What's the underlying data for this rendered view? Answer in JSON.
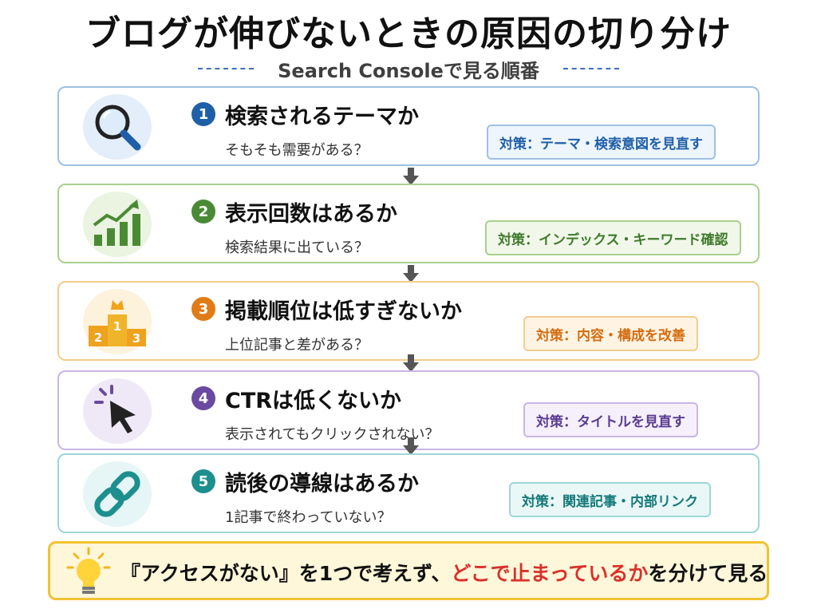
{
  "title": "ブログが伸びないときの原因の切り分け",
  "subtitle": "Search Consoleで見る順番",
  "steps": [
    {
      "number": "1",
      "title": "検索されるテーマか",
      "question": "そもそも需要がある？",
      "action": "対策：テーマ・検索意図を見直す",
      "color": "#1f5fa8",
      "border": "#9ec0e4",
      "action_bg": "#eef5fc",
      "icon": "magnifier-icon"
    },
    {
      "number": "2",
      "title": "表示回数はあるか",
      "question": "検索結果に出ている？",
      "action": "対策：インデックス・キーワード確認",
      "color": "#4a8a34",
      "border": "#a9d08e",
      "action_bg": "#f1f8ea",
      "icon": "growth-chart-icon"
    },
    {
      "number": "3",
      "title": "掲載順位は低すぎないか",
      "question": "上位記事と差がある？",
      "action": "対策：内容・構成を改善",
      "color": "#e07b17",
      "border": "#f2cc8a",
      "action_bg": "#fff4e4",
      "icon": "podium-icon"
    },
    {
      "number": "4",
      "title": "CTRは低くないか",
      "question": "表示されてもクリックされない？",
      "action": "対策：タイトルを見直す",
      "color": "#6a4aa0",
      "border": "#c8b6e2",
      "action_bg": "#f5f0fb",
      "icon": "cursor-click-icon"
    },
    {
      "number": "5",
      "title": "読後の導線はあるか",
      "question": "1記事で終わっていない？",
      "action": "対策：関連記事・内部リンク",
      "color": "#1d8f8f",
      "border": "#9fd6d6",
      "action_bg": "#eaf7f7",
      "icon": "chain-link-icon"
    }
  ],
  "podium_labels": [
    "2",
    "1",
    "3"
  ],
  "banner": {
    "text_before": "『アクセスがない』を1つで考えず、",
    "highlight": "どこで止まっているか",
    "text_after": "を分けて見る",
    "icon": "lightbulb-icon"
  },
  "colors": {
    "highlight": "#d9312b",
    "banner_border": "#f2c230",
    "arrow": "#555555"
  }
}
